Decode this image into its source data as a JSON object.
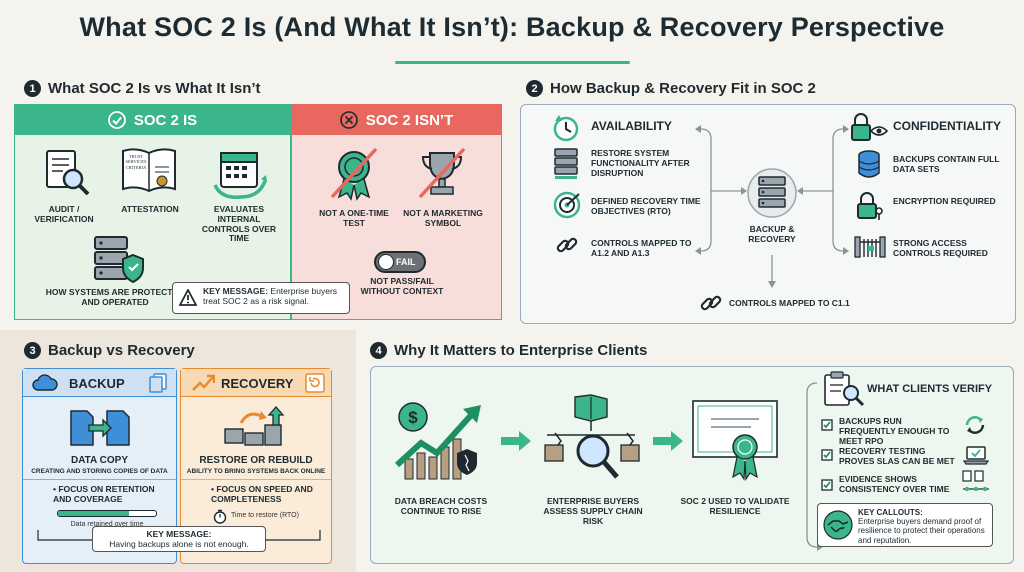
{
  "title": "What SOC 2 Is (And What It Isn’t): Backup & Recovery Perspective",
  "s1": {
    "num": "1",
    "title": "What SOC 2 Is vs What It Isn’t",
    "is_header": "SOC 2 IS",
    "isnt_header": "SOC 2 ISN’T",
    "is_items": [
      "AUDIT / VERIFICATION",
      "ATTESTATION",
      "EVALUATES INTERNAL CONTROLS OVER TIME",
      "HOW SYSTEMS ARE PROTECTED AND OPERATED"
    ],
    "book_text": "TRUST SERVICES CRITERIA",
    "isnt_items": [
      "NOT A ONE-TIME TEST",
      "NOT A MARKETING SYMBOL",
      "NOT PASS/FAIL WITHOUT CONTEXT"
    ],
    "fail_text": "FAIL",
    "key_label": "KEY MESSAGE:",
    "key_text": "Enterprise buyers treat SOC 2 as a risk signal."
  },
  "s2": {
    "num": "2",
    "title": "How Backup & Recovery Fit in SOC 2",
    "availability": "AVAILABILITY",
    "avail_items": [
      "RESTORE SYSTEM FUNCTIONALITY AFTER DISRUPTION",
      "DEFINED RECOVERY TIME OBJECTIVES (RTO)",
      "CONTROLS MAPPED TO A1.2 AND A1.3"
    ],
    "center": "BACKUP & RECOVERY",
    "confidentiality": "CONFIDENTIALITY",
    "conf_items": [
      "BACKUPS CONTAIN FULL DATA SETS",
      "ENCRYPTION REQUIRED",
      "STRONG ACCESS CONTROLS REQUIRED"
    ],
    "bottom": "CONTROLS MAPPED TO C1.1"
  },
  "s3": {
    "num": "3",
    "title": "Backup vs Recovery",
    "backup_header": "BACKUP",
    "recovery_header": "RECOVERY",
    "backup_title": "DATA COPY",
    "backup_sub": "CREATING AND STORING COPIES OF DATA",
    "backup_focus": "• FOCUS ON RETENTION AND COVERAGE",
    "backup_bar": "Data retained over time",
    "backup_bar_fill": 0.72,
    "recovery_title": "RESTORE OR REBUILD",
    "recovery_sub": "ABILITY TO BRING SYSTEMS BACK ONLINE",
    "recovery_focus": "• FOCUS ON SPEED AND COMPLETENESS",
    "recovery_time": "Time to restore (RTO)",
    "key_label": "KEY MESSAGE:",
    "key_text": "Having backups alone is not enough."
  },
  "s4": {
    "num": "4",
    "title": "Why It Matters to Enterprise Clients",
    "flow": [
      "DATA BREACH COSTS CONTINUE TO RISE",
      "ENTERPRISE BUYERS ASSESS SUPPLY CHAIN RISK",
      "SOC 2 USED TO VALIDATE RESILIENCE"
    ],
    "verify_title": "WHAT CLIENTS VERIFY",
    "verify_items": [
      "BACKUPS RUN FREQUENTLY ENOUGH TO MEET RPO",
      "RECOVERY TESTING PROVES SLAS CAN BE MET",
      "EVIDENCE SHOWS CONSISTENCY OVER TIME"
    ],
    "callout_label": "KEY CALLOUTS:",
    "callout_text": "Enterprise buyers demand proof of resilience to protect their operations and reputation."
  },
  "colors": {
    "green": "#3bb58a",
    "red": "#e8675f",
    "blue": "#3f8fd8",
    "orange": "#e98a2f",
    "dark": "#1e2a30"
  }
}
